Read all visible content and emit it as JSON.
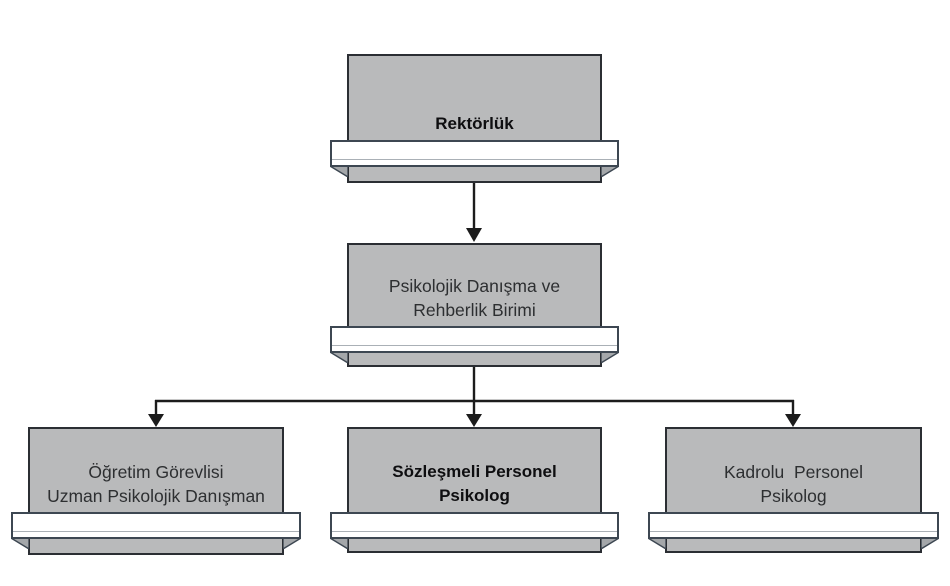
{
  "diagram": {
    "type": "org-chart",
    "background": "#ffffff",
    "palette": {
      "box_fill": "#b9babb",
      "box_border": "#2b2e33",
      "banner_fill": "#ffffff",
      "banner_border": "#3d4752",
      "fold_fill": "#a4a7aa",
      "connector": "#1c1c1c",
      "text": "#2d2f31",
      "text_bold": "#0e0e10"
    },
    "nodes": {
      "rektorluk": {
        "label": "Rektörlük",
        "bold": true
      },
      "pdr_birimi": {
        "label": "Psikolojik Danışma ve\nRehberlik Birimi",
        "bold": false
      },
      "ogretim_gorevlisi": {
        "label": "Öğretim Görevlisi\nUzman Psikolojik Danışman",
        "bold": false
      },
      "sozlesmeli_personel": {
        "label": "Sözleşmeli Personel\nPsikolog",
        "bold": true
      },
      "kadrolu_personel": {
        "label": "Kadrolu  Personel\nPsikolog",
        "bold": false
      }
    },
    "edges": [
      {
        "from": "rektorluk",
        "to": "pdr_birimi"
      },
      {
        "from": "pdr_birimi",
        "to": "ogretim_gorevlisi"
      },
      {
        "from": "pdr_birimi",
        "to": "sozlesmeli_personel"
      },
      {
        "from": "pdr_birimi",
        "to": "kadrolu_personel"
      }
    ]
  }
}
